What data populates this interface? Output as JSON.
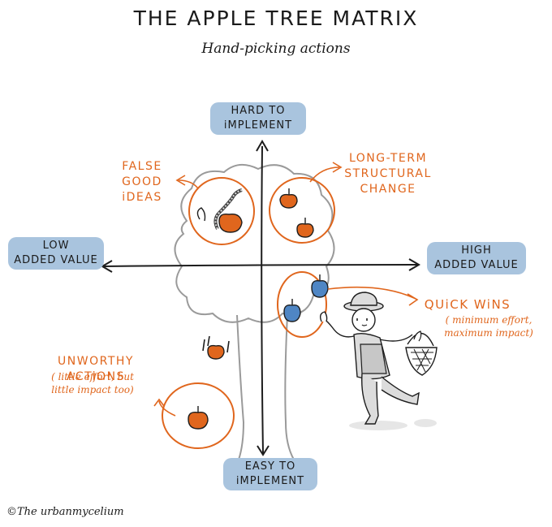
{
  "header": {
    "title": "THE APPLE TREE MATRIX",
    "subtitle": "Hand-picking actions"
  },
  "axes": {
    "top": [
      "HARD TO",
      "iMPLEMENT"
    ],
    "bottom": [
      "EASY TO",
      "iMPLEMENT"
    ],
    "left": [
      "LOW",
      "ADDED VALUE"
    ],
    "right": [
      "HIGH",
      "ADDED VALUE"
    ]
  },
  "quadrants": {
    "false_good_ideas": [
      "FALSE",
      "GOOD",
      "iDEAS"
    ],
    "long_term": [
      "LONG-TERM",
      "STRUCTURAL",
      "CHANGE"
    ],
    "quick_wins": {
      "title": "QUiCK WiNS",
      "note": [
        "( minimum effort,",
        "maximum impact)"
      ]
    },
    "unworthy": {
      "title": "UNWORTHY ACTiONS",
      "note": [
        "( little effort, but",
        "little impact too)"
      ]
    }
  },
  "credit": "©The urbanmycelium",
  "colors": {
    "accent": "#e0661d",
    "pill": "#a9c4de",
    "apple_blue": "#4f86c4",
    "ink": "#1d1d1d",
    "tree": "#9a9a9a"
  }
}
